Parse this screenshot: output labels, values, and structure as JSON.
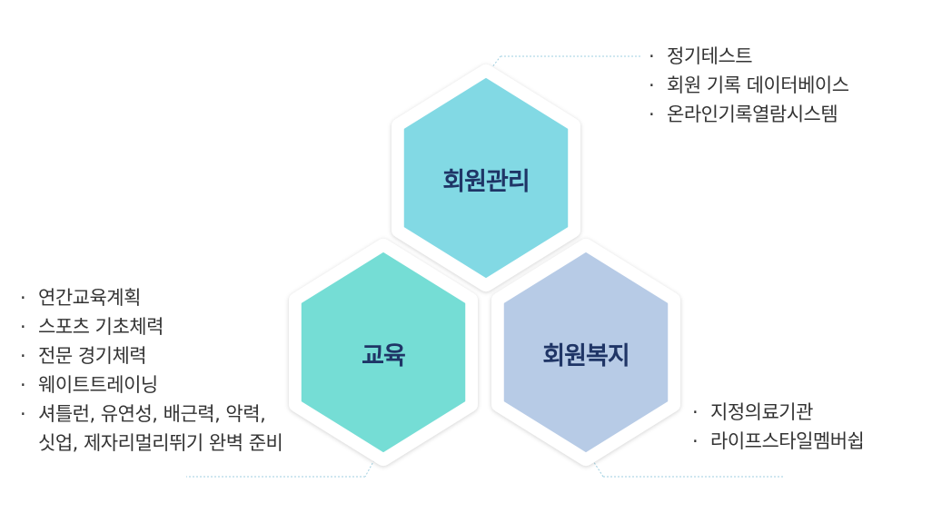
{
  "nodes": {
    "membership": {
      "title": "회원관리",
      "color": "#82d9e4",
      "items": [
        "정기테스트",
        "회원 기록 데이터베이스",
        "온라인기록열람시스템"
      ]
    },
    "education": {
      "title": "교육",
      "color": "#75ddd5",
      "items": [
        "연간교육계획",
        "스포츠 기초체력",
        "전문 경기체력",
        "웨이트트레이닝",
        "셔틀런, 유연성, 배근력, 악력,",
        "싯업, 제자리멀리뛰기 완벽 준비"
      ]
    },
    "welfare": {
      "title": "회원복지",
      "color": "#b7cbe6",
      "items": [
        "지정의료기관",
        "라이프스타일멤버쉽"
      ]
    }
  },
  "connector_color": "#9fcfe0"
}
